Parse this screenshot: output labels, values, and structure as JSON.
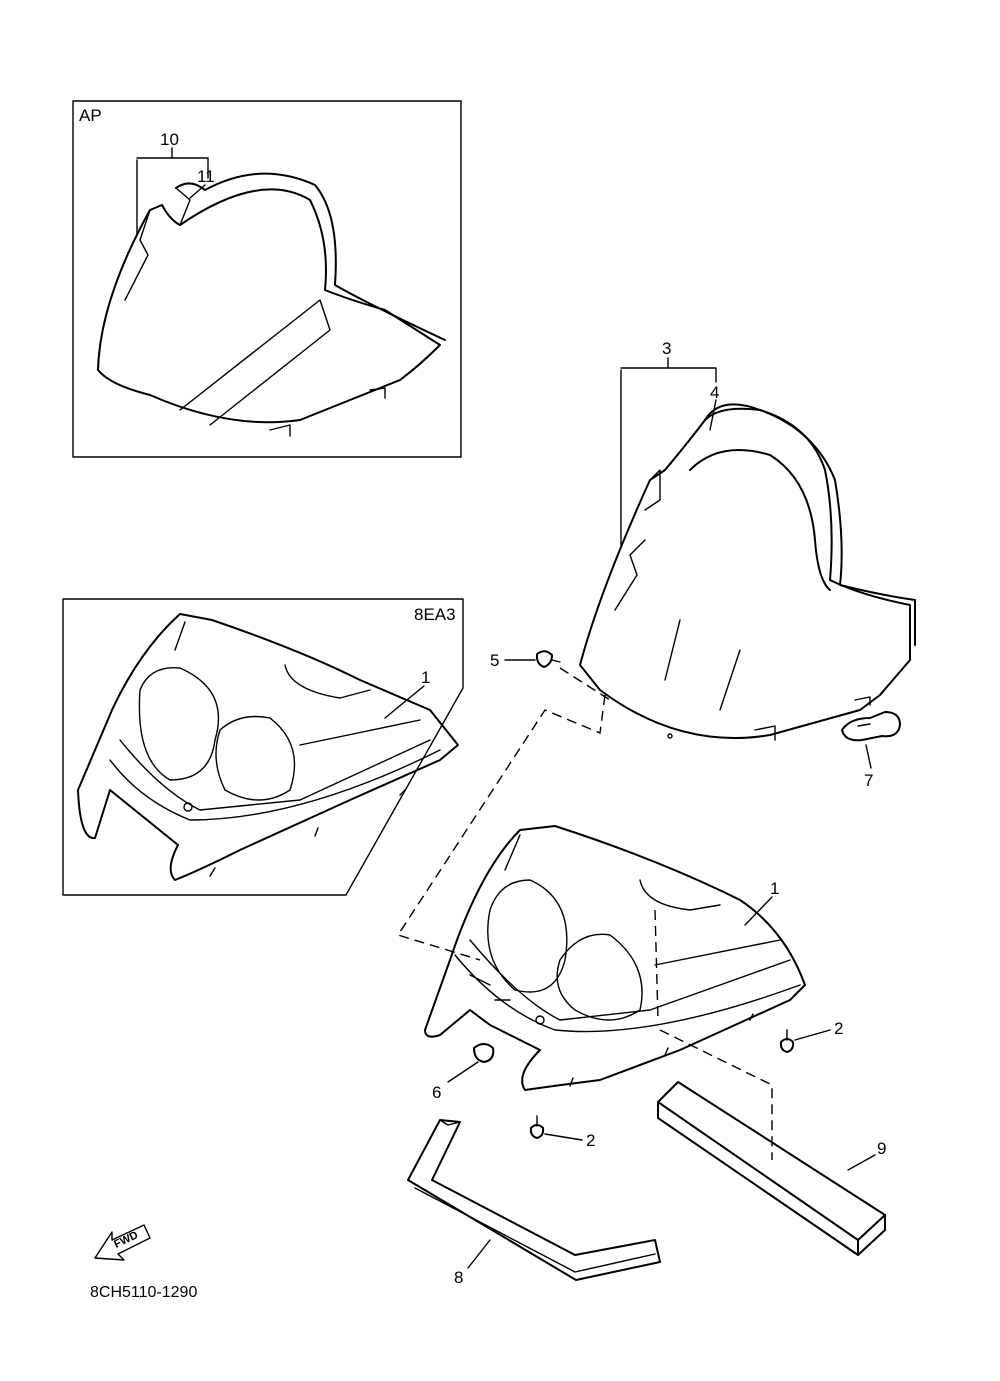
{
  "insets": {
    "ap": {
      "tag": "AP"
    },
    "eighty": {
      "tag": "8EA3"
    }
  },
  "callouts": {
    "c1_main": "1",
    "c1_inset": "1",
    "c2_right": "2",
    "c2_bottom": "2",
    "c3": "3",
    "c4": "4",
    "c5": "5",
    "c6": "6",
    "c7": "7",
    "c8": "8",
    "c9": "9",
    "c10": "10",
    "c11": "11"
  },
  "direction_arrow": {
    "label": "FWD",
    "icon": "forward-arrow-icon"
  },
  "drawing_code": "8CH5110-1290"
}
